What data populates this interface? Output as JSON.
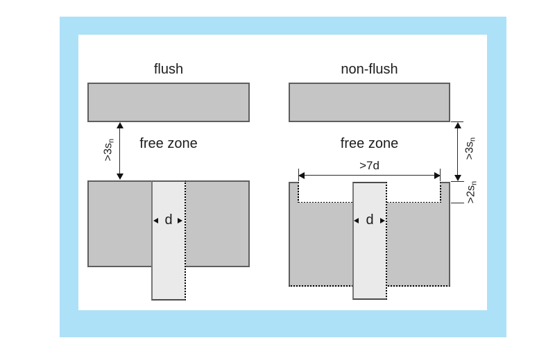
{
  "colors": {
    "frame_blue": "#ade1f7",
    "panel_bg": "#ffffff",
    "block_fill": "#c5c5c5",
    "block_border": "#5e5e5e",
    "sensor_fill": "#eaeaea",
    "sensor_border": "#4a4a4a",
    "dim_line": "#2a2a2a",
    "text": "#1c1c1c"
  },
  "flush_diagram": {
    "title": "flush",
    "free_zone_label": "free zone",
    "clearance_dim": {
      "base": ">3s",
      "sub": "n"
    },
    "diameter_dim": "d"
  },
  "non_flush_diagram": {
    "title": "non-flush",
    "free_zone_label": "free zone",
    "clearance_dim": {
      "base": ">3s",
      "sub": "n"
    },
    "recess_width_dim": ">7d",
    "recess_depth_dim": {
      "base": ">2s",
      "sub": "n"
    },
    "diameter_dim": "d"
  }
}
